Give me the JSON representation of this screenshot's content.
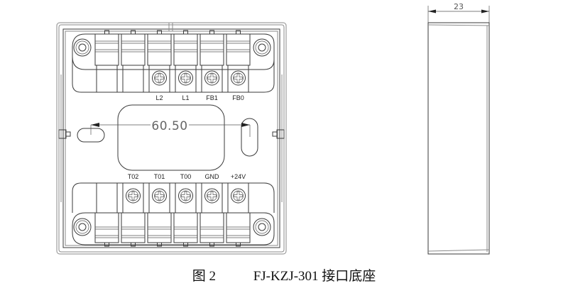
{
  "figure": {
    "number_label": "图 2",
    "title": "FJ-KZJ-301 接口底座"
  },
  "front_view": {
    "top_terminals": [
      {
        "label": "L2"
      },
      {
        "label": "L1"
      },
      {
        "label": "FB1"
      },
      {
        "label": "FB0"
      }
    ],
    "bottom_terminals": [
      {
        "label": "T02"
      },
      {
        "label": "T01"
      },
      {
        "label": "T00"
      },
      {
        "label": "GND"
      },
      {
        "label": "+24V"
      }
    ],
    "mounting_hole_spacing": "60.50"
  },
  "side_view": {
    "depth_dimension": "23"
  },
  "colors": {
    "line": "#3a3a3a",
    "dimension_text": "#666666"
  }
}
